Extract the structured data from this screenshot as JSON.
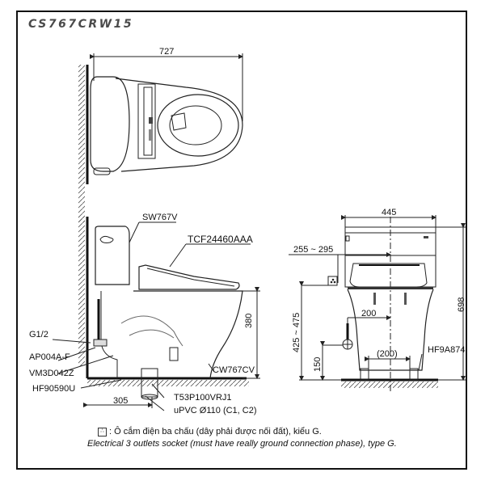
{
  "title": "CS767CRW15",
  "top_view": {
    "width_dim": "727"
  },
  "side_view": {
    "labels": {
      "tank": "SW767V",
      "seat": "TCF24460AAA",
      "valve": "G1/2",
      "angle_valve": "AP004A-F",
      "hose": "VM3D042Z",
      "flange": "HF90590U",
      "bowl": "CW767CV",
      "outlet": "T53P100VRJ1",
      "pipe": "uPVC Ø110 (C1, C2)"
    },
    "dims": {
      "height": "380",
      "rough_in": "305"
    }
  },
  "front_view": {
    "labels": {
      "fixing": "HF9A874"
    },
    "dims": {
      "width": "445",
      "socket_offset": "255 ~ 295",
      "total_height": "698",
      "socket_height": "425 ~ 475",
      "supply_offset": "200",
      "bolt_spacing": "(200)",
      "supply_height": "150"
    }
  },
  "notes": {
    "socket_symbol": "∴",
    "vi": ": Ô cắm điện ba chấu (dây phải được nối đất), kiểu G.",
    "en": "Electrical 3 outlets socket (must have really ground connection phase), type G."
  }
}
